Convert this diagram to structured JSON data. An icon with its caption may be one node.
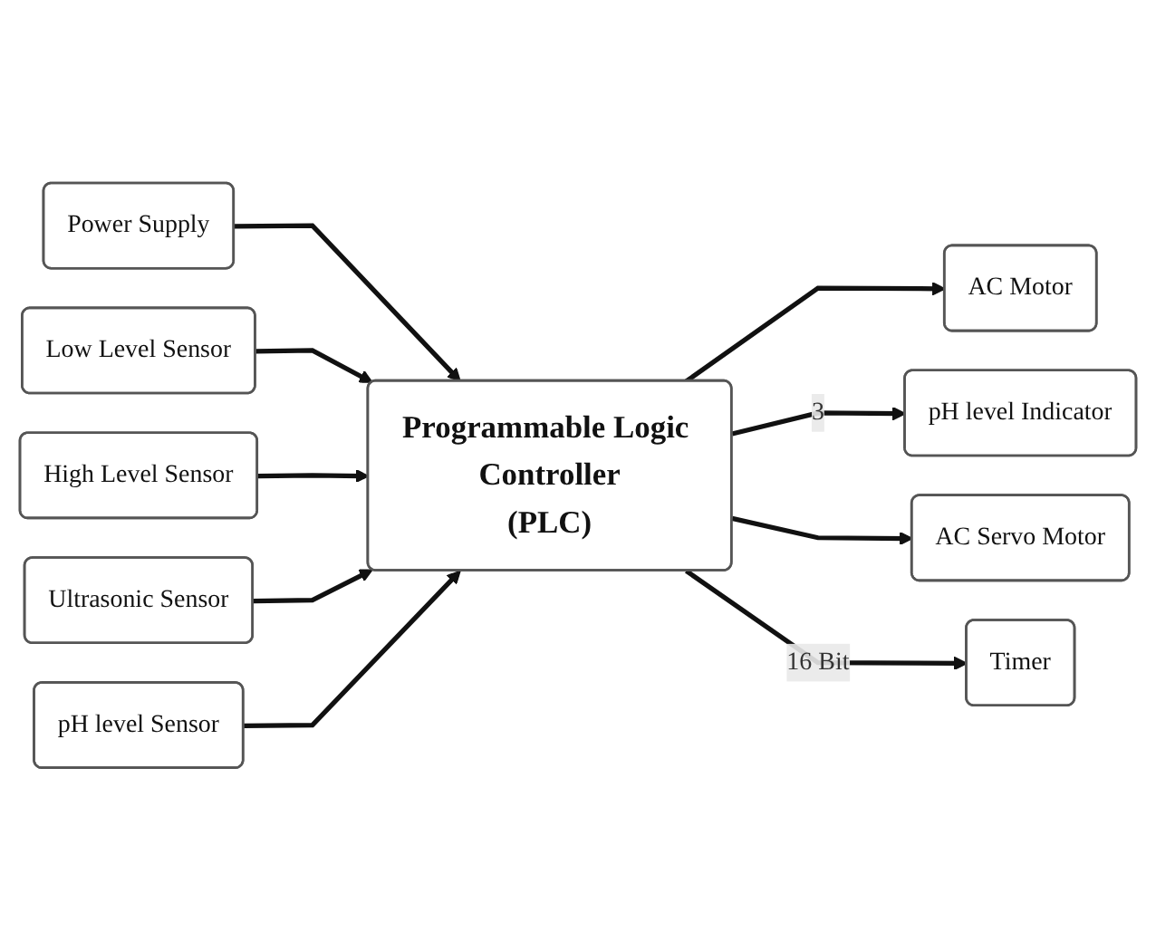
{
  "diagram": {
    "nodes": [
      {
        "text": [
          "Power Supply"
        ]
      },
      {
        "text": [
          "Low Level Sensor"
        ]
      },
      {
        "text": [
          "High Level Sensor"
        ]
      },
      {
        "text": [
          "Ultrasonic Sensor"
        ]
      },
      {
        "text": [
          "pH level Sensor"
        ]
      },
      {
        "text": [
          "Programmable Logic Controller",
          "(PLC)"
        ]
      },
      {
        "text": [
          "AC Motor"
        ]
      },
      {
        "text": [
          "pH level Indicator"
        ]
      },
      {
        "text": [
          "AC Servo Motor"
        ]
      },
      {
        "text": [
          "Timer"
        ]
      }
    ],
    "edges": [
      {
        "from": 0,
        "to": 5,
        "arrow": "to"
      },
      {
        "from": 1,
        "to": 5,
        "arrow": "to"
      },
      {
        "from": 2,
        "to": 5,
        "arrow": "to"
      },
      {
        "from": 3,
        "to": 5,
        "arrow": "to"
      },
      {
        "from": 4,
        "to": 5,
        "arrow": "to"
      },
      {
        "from": 5,
        "to": 6,
        "arrow": "to"
      },
      {
        "from": 5,
        "to": 7,
        "arrow": "to",
        "label": "3"
      },
      {
        "from": 5,
        "to": 8,
        "arrow": "to"
      },
      {
        "from": 5,
        "to": 9,
        "arrow": "to",
        "label": "16 Bit"
      }
    ]
  }
}
